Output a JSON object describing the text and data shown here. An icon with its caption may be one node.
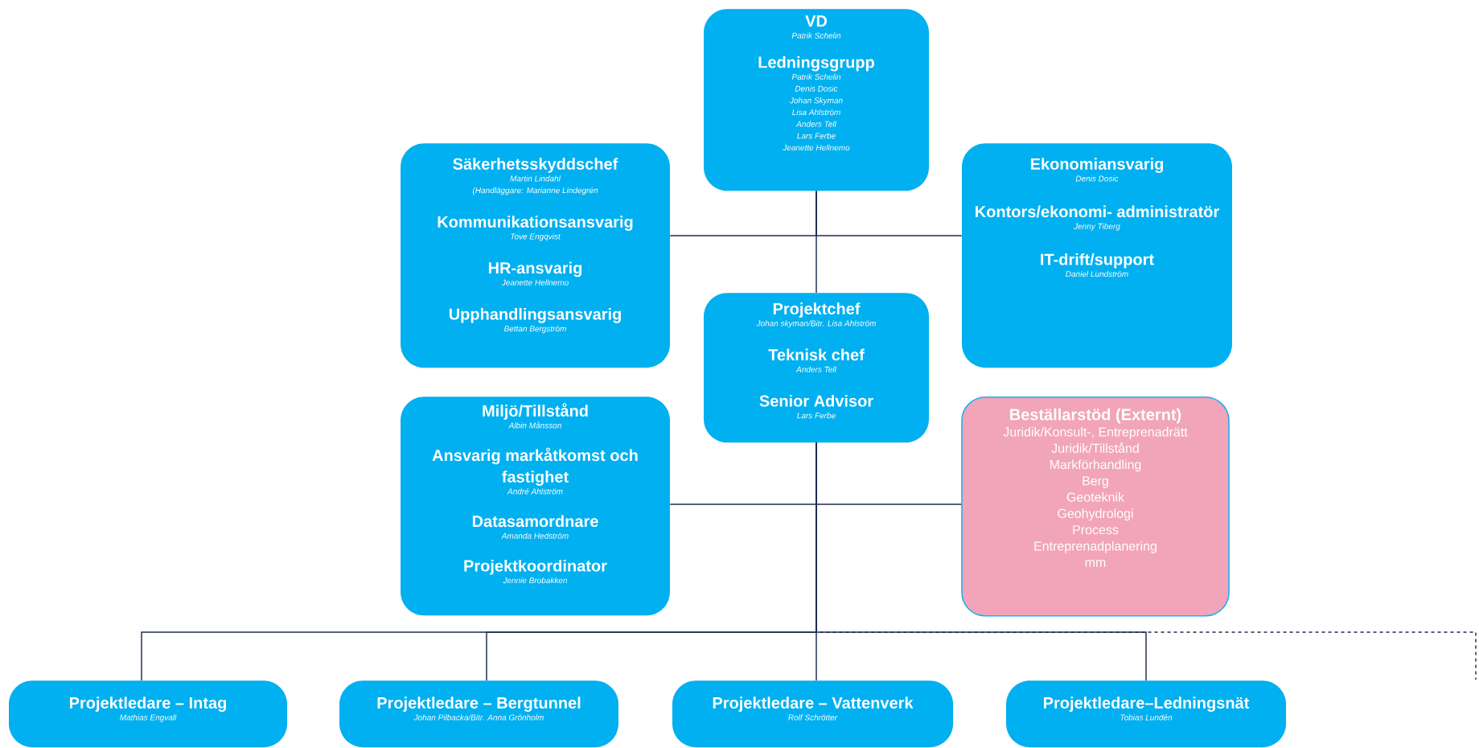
{
  "diagram": {
    "nodes": [
      {
        "text": [
          "VD",
          "Patrik Schelin",
          "Ledningsgrupp",
          "Patrik Schelin",
          "Denis Dosic",
          "Johan Skyman",
          "Lisa Ahlström",
          "Anders Tell",
          "Lars Ferbe",
          "Jeanette Hellnemo"
        ]
      },
      {
        "text": [
          "Säkerhetsskyddschef",
          "Martin Lindahl",
          "(Handläggare: Marianne Lindegrén",
          "Kommunikationsansvarig",
          "Tove Engqvist",
          "HR-ansvarig",
          "Jeanette Hellnemo",
          "Upphandlingsansvarig",
          "Bettan Bergström"
        ]
      },
      {
        "text": [
          "Ekonomiansvarig",
          "Denis Dosic",
          "Kontors/ekonomi- administratör",
          "Jenny Tiberg",
          "IT-drift/support",
          "Daniel Lundström"
        ]
      },
      {
        "text": [
          "Projektchef",
          "Johan skyman/Bitr. Lisa Ahlström",
          "Teknisk chef",
          "Anders Tell",
          "Senior Advisor",
          "Lars Ferbe"
        ]
      },
      {
        "text": [
          "Miljö/Tillstånd",
          "Albin Månsson",
          "Ansvarig markåtkomst och fastighet",
          "André Ahlström",
          "Datasamordnare",
          "Amanda Hedström",
          "Projektkoordinator",
          "Jennie Brobakken"
        ]
      },
      {
        "text": [
          "Beställarstöd (Externt)",
          "Juridik/Konsult-, Entreprenadrätt",
          "Juridik/Tillstånd",
          "Markförhandling",
          "Berg",
          "Geoteknik",
          "Geohydrologi",
          "Process",
          "Entreprenadplanering",
          "mm"
        ]
      },
      {
        "text": [
          "Projektledare – Intag",
          "Mathias Engvall"
        ]
      },
      {
        "text": [
          "Projektledare – Bergtunnel",
          "Johan Pilbacka/Bitr. Anna Grönholm"
        ]
      },
      {
        "text": [
          "Projektledare – Vattenverk",
          "Rolf Schrötter"
        ]
      },
      {
        "text": [
          "Projektledare–Ledningsnät",
          "Tobias Lundén"
        ]
      }
    ],
    "edges": [
      {
        "from": 0,
        "to": 3,
        "arrow": "none"
      },
      {
        "from": 0,
        "to": 1,
        "arrow": "none"
      },
      {
        "from": 0,
        "to": 2,
        "arrow": "none"
      },
      {
        "from": 3,
        "to": 4,
        "arrow": "none"
      },
      {
        "from": 3,
        "to": 5,
        "arrow": "none"
      },
      {
        "from": 3,
        "to": 6,
        "arrow": "none"
      },
      {
        "from": 3,
        "to": 7,
        "arrow": "none"
      },
      {
        "from": 3,
        "to": 8,
        "arrow": "none"
      },
      {
        "from": 3,
        "to": 9,
        "arrow": "none"
      },
      {
        "from": 3,
        "to": null,
        "arrow": "none",
        "style": "dashed"
      }
    ]
  }
}
